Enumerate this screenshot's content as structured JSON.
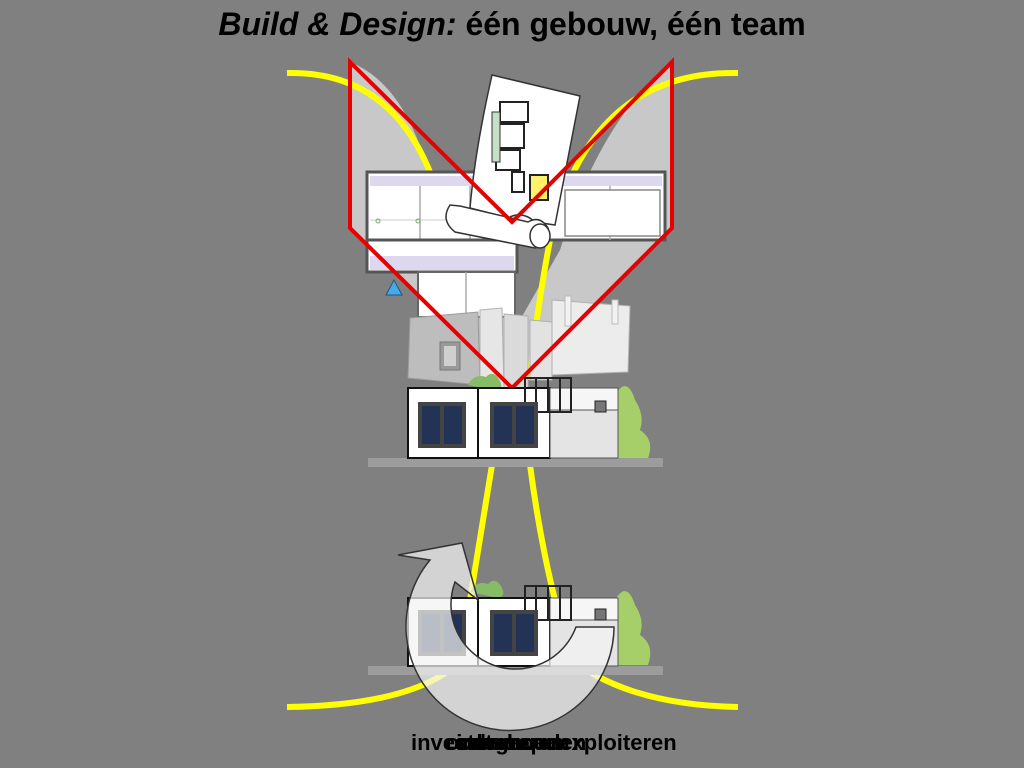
{
  "title": {
    "italic": "Build & Design:",
    "rest": " één gebouw, één team"
  },
  "captions": [
    "investeren",
    "bouwen",
    "ontwerpen",
    "onderhouden",
    "exploiteren",
    "integreren"
  ],
  "colors": {
    "background": "#808080",
    "lifecycle_curve": "#ffff00",
    "design_chevron": "#e60000",
    "cycle_arrow": "#f2f2f2",
    "marker": "#44aaee"
  }
}
